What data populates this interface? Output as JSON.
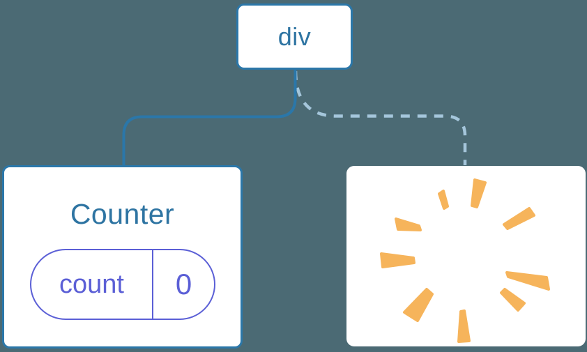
{
  "diagram": {
    "kind": "component-tree",
    "background_color": "#4B6A74",
    "node_fill": "#FFFFFF",
    "node_border_color": "#2B77A9",
    "label_color": "#2E74A2",
    "state_color": "#5B5FD6",
    "solid_edge_color": "#2B77A9",
    "dashed_edge_color": "#A5C6DB",
    "burst_color": "#F6B45B",
    "nodes": {
      "root": {
        "label": "div"
      },
      "counter": {
        "title": "Counter",
        "state_pill": {
          "key": "count",
          "value": "0"
        }
      },
      "removed": {
        "icon": "poof-burst"
      }
    },
    "edges": [
      {
        "from": "root",
        "to": "counter",
        "style": "solid"
      },
      {
        "from": "root",
        "to": "removed",
        "style": "dashed"
      }
    ]
  }
}
